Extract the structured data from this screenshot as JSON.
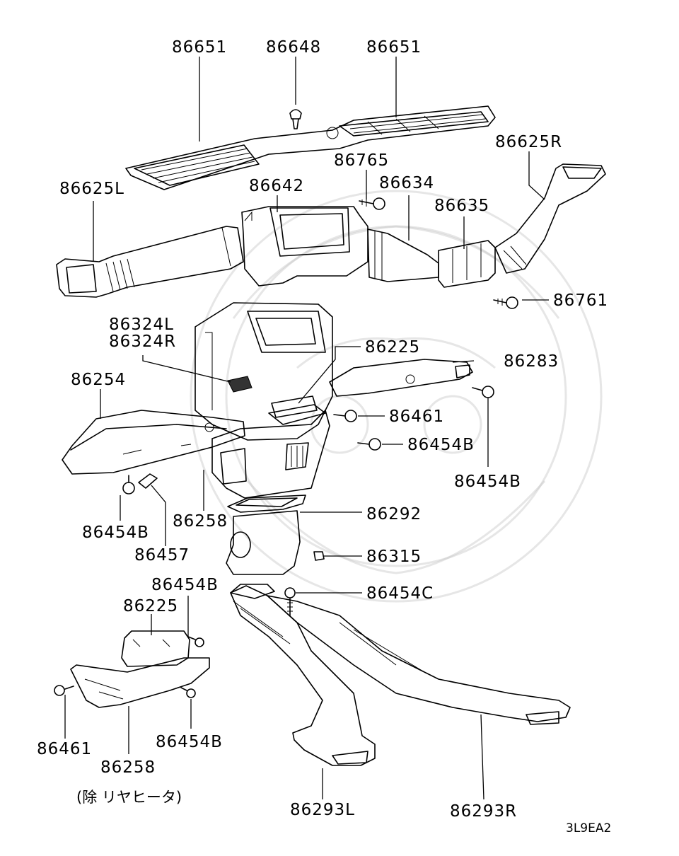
{
  "labels": {
    "top_left_grille": "86651",
    "top_clip": "86648",
    "top_right_grille": "86651",
    "right_upper_duct": "86625R",
    "left_upper_duct": "86625L",
    "center_joint": "86642",
    "screw_86765": "86765",
    "connector_86634": "86634",
    "connector_86635": "86635",
    "screw_86761": "86761",
    "bracket_86324L": "86324L",
    "bracket_86324R": "86324R",
    "bracket_86225_upper": "86225",
    "right_bracket_duct": "86283",
    "left_side_duct": "86254",
    "screw_86461_upper": "86461",
    "screw_86454B_mid": "86454B",
    "screw_86454B_right": "86454B",
    "screw_86454B_left": "86454B",
    "clip_86457": "86457",
    "housing_86258_upper": "86258",
    "gasket_86292": "86292",
    "plug_86315": "86315",
    "screw_86454B_center": "86454B",
    "screw_86454C": "86454C",
    "bracket_86225_lower": "86225",
    "screw_86461_lower": "86461",
    "cover_86258_lower": "86258",
    "screw_86454B_lower": "86454B",
    "rear_duct_left": "86293L",
    "rear_duct_right": "86293R"
  },
  "note": "(除 リヤヒータ)",
  "diagram_code": "3L9EA2"
}
